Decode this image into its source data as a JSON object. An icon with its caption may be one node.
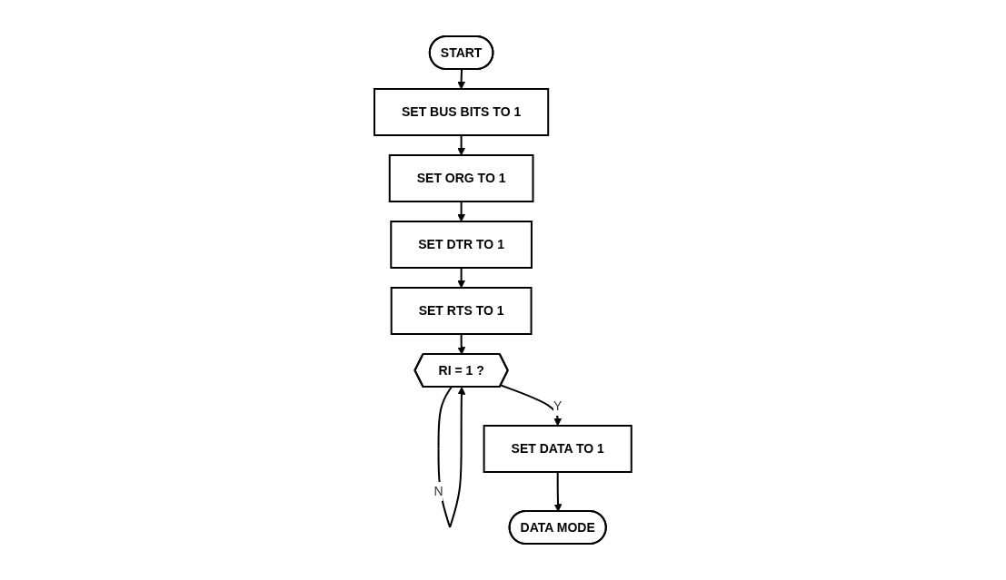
{
  "diagram": {
    "nodes": [
      {
        "text": [
          "START"
        ]
      },
      {
        "text": [
          "SET BUS BITS TO 1"
        ]
      },
      {
        "text": [
          "SET ORG TO 1"
        ]
      },
      {
        "text": [
          "SET DTR TO 1"
        ]
      },
      {
        "text": [
          "SET RTS TO 1"
        ]
      },
      {
        "text": [
          "RI = 1 ?"
        ]
      },
      {
        "text": [
          "SET DATA TO 1"
        ]
      },
      {
        "text": [
          "DATA MODE"
        ]
      }
    ],
    "edges": [
      {
        "from": 0,
        "to": 1,
        "arrow": "to"
      },
      {
        "from": 1,
        "to": 2,
        "arrow": "to"
      },
      {
        "from": 2,
        "to": 3,
        "arrow": "to"
      },
      {
        "from": 3,
        "to": 4,
        "arrow": "to"
      },
      {
        "from": 4,
        "to": 5,
        "arrow": "to"
      },
      {
        "from": 5,
        "to": 5,
        "label": "N",
        "arrow": "to"
      },
      {
        "from": 5,
        "to": 6,
        "label": "Y",
        "arrow": "to"
      },
      {
        "from": 6,
        "to": 7,
        "arrow": "to"
      }
    ]
  }
}
